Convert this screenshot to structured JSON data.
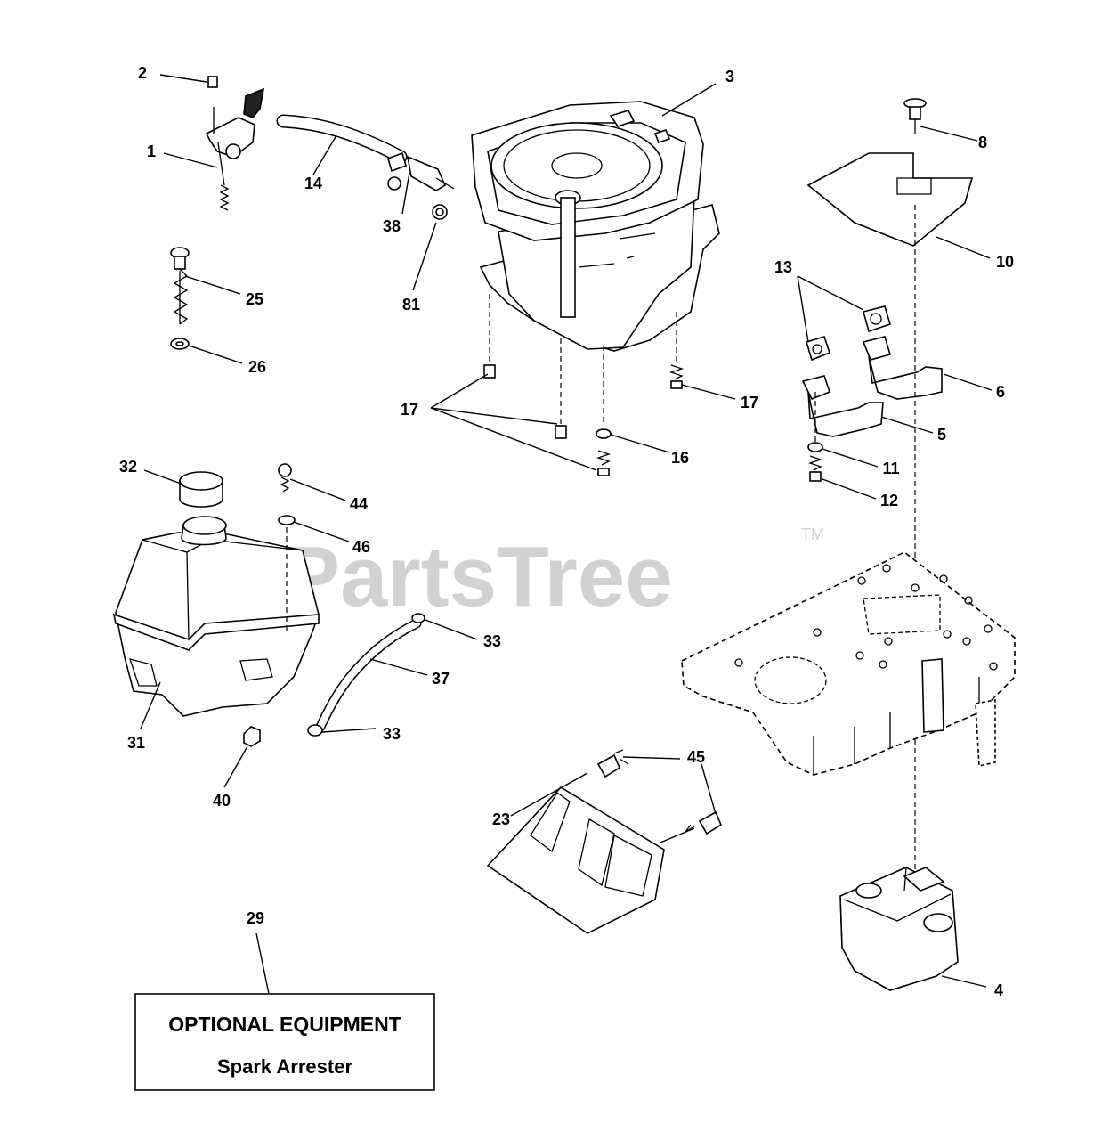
{
  "watermark": {
    "text": "PartsTree",
    "trademark": "TM"
  },
  "callouts": {
    "c1": "1",
    "c2": "2",
    "c3": "3",
    "c4": "4",
    "c5": "5",
    "c6": "6",
    "c8": "8",
    "c10": "10",
    "c11": "11",
    "c12": "12",
    "c13": "13",
    "c14": "14",
    "c16": "16",
    "c17a": "17",
    "c17b": "17",
    "c23": "23",
    "c25": "25",
    "c26": "26",
    "c29": "29",
    "c31": "31",
    "c32": "32",
    "c33a": "33",
    "c33b": "33",
    "c37": "37",
    "c38": "38",
    "c40": "40",
    "c44": "44",
    "c45": "45",
    "c46": "46",
    "c81": "81"
  },
  "optional_box": {
    "title": "OPTIONAL EQUIPMENT",
    "subtitle": "Spark Arrester"
  }
}
